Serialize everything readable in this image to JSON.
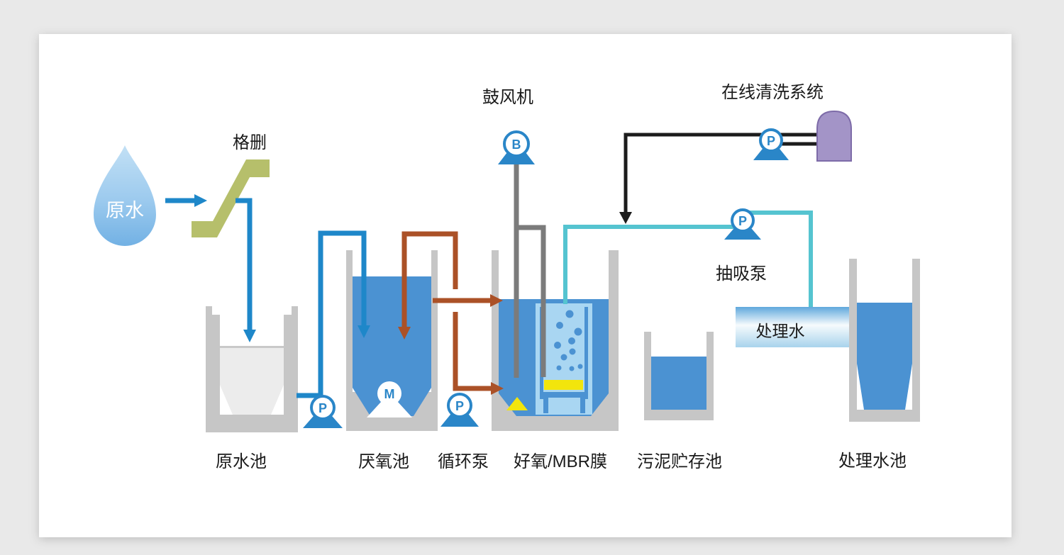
{
  "labels": {
    "source_drop": "原水",
    "screen": "格删",
    "blower": "鼓风机",
    "online_cleaning_system": "在线清洗系统",
    "suction_pump": "抽吸泵",
    "treated_water_pipe": "处理水",
    "raw_water_tank": "原水池",
    "anaerobic_tank": "厌氧池",
    "circulation_pump": "循环泵",
    "aerobic_mbr_membrane": "好氧/MBR膜",
    "sludge_storage_tank": "污泥贮存池",
    "treated_water_tank": "处理水池"
  },
  "equipment_letters": {
    "pump": "P",
    "blower": "B",
    "mixer": "M"
  },
  "colors": {
    "water_blue": "#4b92d2",
    "pipe_blue": "#1e87c9",
    "pipe_brown": "#ab5127",
    "pipe_teal": "#55c4d0",
    "pipe_air_gray": "#7b7b7b",
    "pipe_black": "#1c1c1c",
    "tank_gray": "#c6c6c6",
    "raw_water_gray": "#ececec",
    "membrane_light_blue": "#a9d6f2",
    "aeration_yellow": "#f2e50c",
    "screen_green": "#b6bf6b",
    "chemical_tank_purple": "#a394c7",
    "pump_blue": "#2a86c8",
    "background": "#e9e9e9",
    "canvas": "#ffffff"
  }
}
